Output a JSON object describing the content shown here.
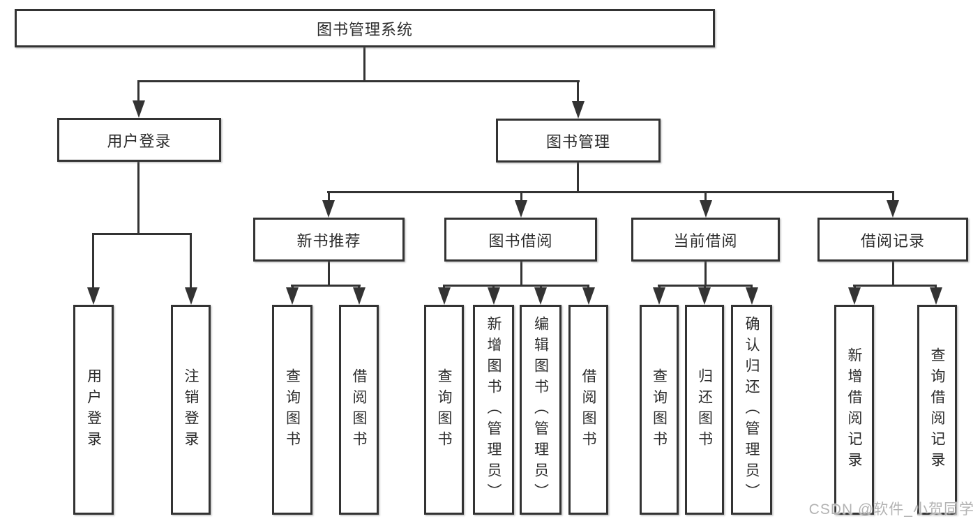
{
  "nodes": {
    "root": "图书管理系统",
    "level2": [
      "用户登录",
      "图书管理"
    ],
    "level3": [
      "新书推荐",
      "图书借阅",
      "当前借阅",
      "借阅记录"
    ],
    "leaves": [
      "用户登录",
      "注销登录",
      "查询图书",
      "借阅图书",
      "查询图书",
      "新增图书（管理员）",
      "编辑图书（管理员）",
      "借阅图书",
      "查询图书",
      "归还图书",
      "确认归还（管理员）",
      "新增借阅记录",
      "查询借阅记录"
    ]
  },
  "watermark": {
    "text": "CSDN @软件_小贺同学"
  },
  "colors": {
    "line": "#333333",
    "box_border": "#333333",
    "box_fill": "#ffffff",
    "text": "#2b2b2b",
    "watermark": "#b3b3b3",
    "background": "#ffffff"
  }
}
